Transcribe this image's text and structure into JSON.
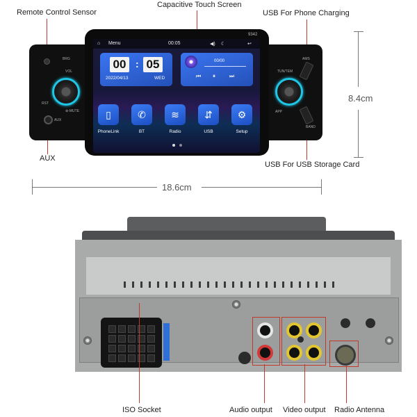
{
  "callouts": {
    "remote_sensor": "Remote Control Sensor",
    "touch_screen": "Capacitive Touch Screen",
    "usb_charging": "USB For Phone Charging",
    "aux": "AUX",
    "usb_storage": "USB For USB Storage Card",
    "iso_socket": "ISO Socket",
    "audio_output": "Audio output",
    "video_output": "Video output",
    "radio_antenna": "Radio Antenna"
  },
  "dimensions": {
    "height": "8.4cm",
    "width": "18.6cm"
  },
  "screen": {
    "menu_label": "Menu",
    "status_time": "00:05",
    "model": "9342",
    "clock_hour": "00",
    "clock_minute": "05",
    "date": "2022/04/13",
    "weekday": "WED",
    "media_time": "00/00",
    "apps": [
      {
        "label": "PhoneLink",
        "icon": "phonelink-icon"
      },
      {
        "label": "BT",
        "icon": "phone-icon"
      },
      {
        "label": "Radio",
        "icon": "radio-icon"
      },
      {
        "label": "USB",
        "icon": "usb-icon"
      },
      {
        "label": "Setup",
        "icon": "gear-icon"
      }
    ]
  },
  "panel_markings": {
    "vol": "VOL",
    "brg": "BRG",
    "rst": "RST",
    "mute": "⊕-MUTE",
    "aux": "AUX",
    "tune": "TUN/TEM",
    "am": "AMS",
    "app": "APP",
    "band": "BAND"
  },
  "colors": {
    "accent_leader": "#c0392b",
    "knob_glow": "#1fc6e6",
    "screen_card": "#2f63d8"
  }
}
